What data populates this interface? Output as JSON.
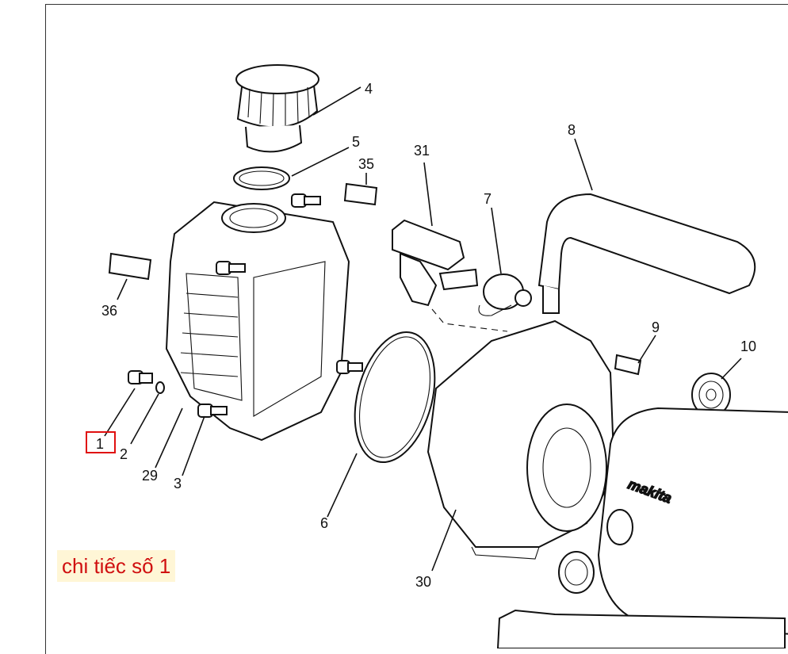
{
  "callouts": {
    "c1": "1",
    "c2": "2",
    "c3": "3",
    "c4": "4",
    "c5": "5",
    "c6": "6",
    "c7": "7",
    "c8": "8",
    "c9": "9",
    "c10": "10",
    "c29": "29",
    "c30": "30",
    "c31": "31",
    "c35": "35",
    "c36": "36"
  },
  "brand_text": "makita",
  "caption": "chi tiếc số 1",
  "colors": {
    "highlight": "#e01010",
    "caption_bg": "#fff6d6",
    "caption_text": "#d01010"
  }
}
